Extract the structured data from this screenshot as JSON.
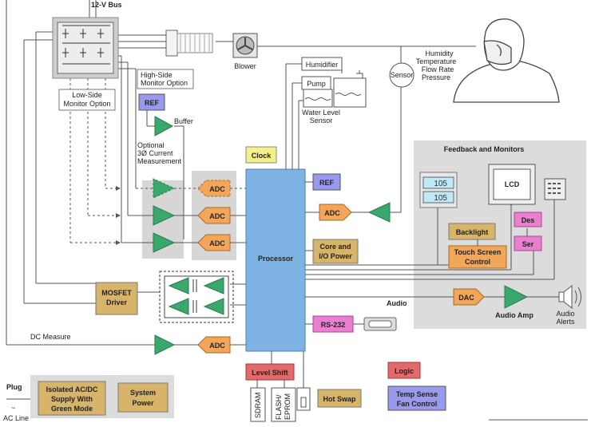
{
  "labels": {
    "bus": "12-V Bus",
    "blower": "Blower",
    "high_side": [
      "High-Side",
      "Monitor Option"
    ],
    "low_side": [
      "Low-Side",
      "Monitor Option"
    ],
    "ref1": "REF",
    "buffer": "Buffer",
    "optional": [
      "Optional",
      "3Ø Current",
      "Measurement"
    ],
    "clock": "Clock",
    "humidifier": "Humidifier",
    "pump": "Pump",
    "water_level": [
      "Water Level",
      "Sensor"
    ],
    "sensor": "Sensor",
    "sensor_list": [
      "Humidity",
      "Temperature",
      "Flow Rate",
      "Pressure"
    ],
    "ref2": "REF",
    "adc": "ADC",
    "processor": "Processor",
    "core_io": [
      "Core and",
      "I/O Power"
    ],
    "mosfet": [
      "MOSFET",
      "Driver"
    ],
    "audio": "Audio",
    "dac": "DAC",
    "audio_amp": "Audio Amp",
    "audio_alerts": [
      "Audio",
      "Alerts"
    ],
    "rs232": "RS-232",
    "dc_measure": "DC Measure",
    "level_shift": "Level Shift",
    "logic": "Logic",
    "sdram": "SDRAM",
    "flash": [
      "FLASH/",
      "EPROM"
    ],
    "hot_swap": "Hot Swap",
    "temp_sense": [
      "Temp Sense",
      "Fan Control"
    ],
    "plug": "Plug",
    "ac_line": "AC Line",
    "ac_symbol": "~",
    "isolated": [
      "Isolated AC/DC",
      "Supply With",
      "Green Mode"
    ],
    "system_power": [
      "System",
      "Power"
    ],
    "feedback": "Feedback and Monitors",
    "lcd": "LCD",
    "display_values": [
      "105",
      "105"
    ],
    "backlight": "Backlight",
    "touch": [
      "Touch Screen",
      "Control"
    ],
    "des": "Des",
    "ser": "Ser"
  },
  "colors": {
    "green": "#3aa86b",
    "orange": "#f2a65a",
    "blue": "#7fb3e3",
    "purple": "#9999ee",
    "pink": "#ea7fd0",
    "red": "#e26a6a",
    "tan": "#d7b46a",
    "yellow": "#f6f08a",
    "gray_panel": "#dcdcdc"
  }
}
